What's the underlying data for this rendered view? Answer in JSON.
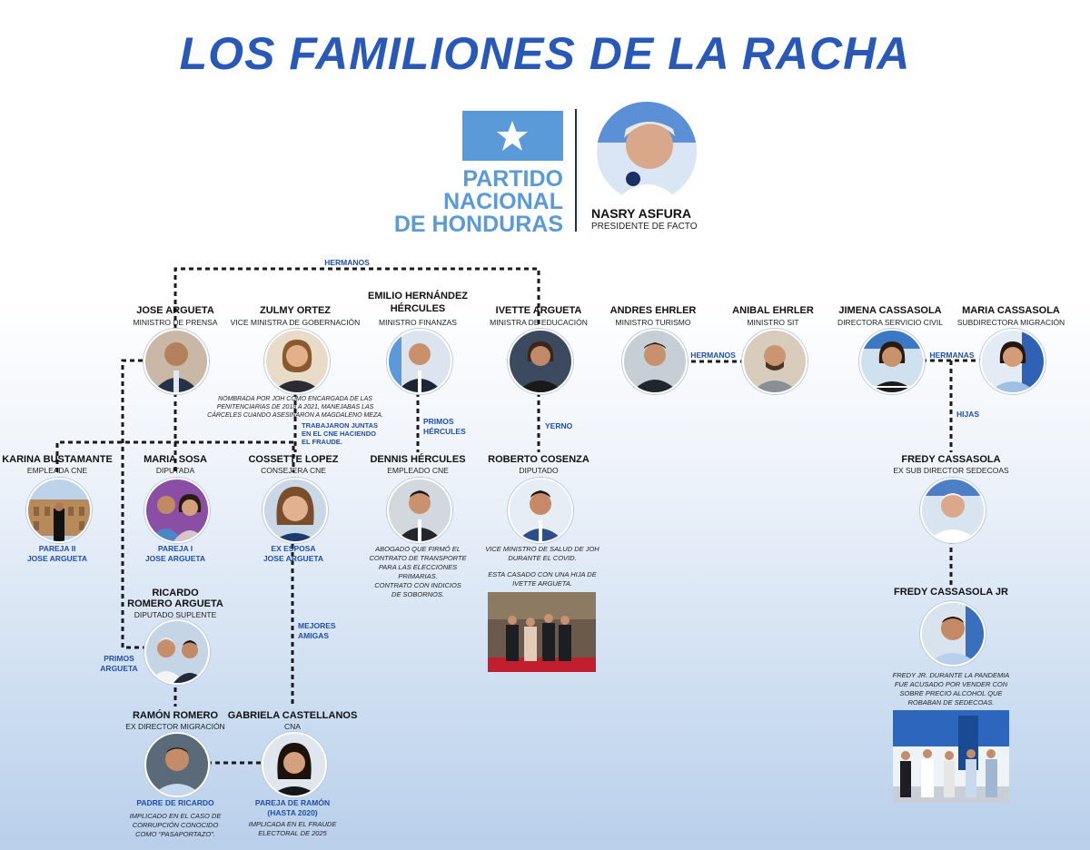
{
  "title": "LOS FAMILIONES DE LA RACHA",
  "party": {
    "line1": "PARTIDO",
    "line2": "NACIONAL",
    "line3": "DE HONDURAS"
  },
  "president": {
    "name": "NASRY ASFURA",
    "role": "PRESIDENTE DE FACTO"
  },
  "relations": {
    "hermanos_top": "HERMANOS",
    "hermanos_ehrler": "HERMANOS",
    "hermanas": "HERMANAS",
    "hijas": "HIJAS",
    "primos_hercules_1": "PRIMOS",
    "primos_hercules_2": "HÉRCULES",
    "yerno": "YERNO",
    "trabajaron_1": "TRABAJARON JUNTAS",
    "trabajaron_2": "EN EL CNE HACIENDO",
    "trabajaron_3": "EL FRAUDE.",
    "mejores_1": "MEJORES",
    "mejores_2": "AMIGAS",
    "primos_argueta_1": "PRIMOS",
    "primos_argueta_2": "ARGUETA"
  },
  "people": {
    "jose_argueta": {
      "name": "JOSE ARGUETA",
      "role": "MINISTRO DE PRENSA"
    },
    "zulmy_ortez": {
      "name": "ZULMY ORTEZ",
      "role": "VICE MINISTRA DE GOBERNACIÓN",
      "note1": "NOMBRADA POR JOH COMO ENCARGADA DE LAS",
      "note2": "PENITENCIARIAS DE 2018 A 2021, MANEJABAS LAS",
      "note3": "CÁRCELES CUANDO ASESINARON A MAGDALENO MEZA."
    },
    "emilio": {
      "name1": "EMILIO HERNÁNDEZ",
      "name2": "HÉRCULES",
      "role": "MINISTRO FINANZAS"
    },
    "ivette": {
      "name": "IVETTE ARGUETA",
      "role": "MINISTRA DE EDUCACIÓN"
    },
    "andres": {
      "name": "ANDRES EHRLER",
      "role": "MINISTRO TURISMO"
    },
    "anibal": {
      "name": "ANIBAL EHRLER",
      "role": "MINISTRO SIT"
    },
    "jimena": {
      "name": "JIMENA CASSASOLA",
      "role": "DIRECTORA SERVICIO CIVIL"
    },
    "maria_c": {
      "name": "MARIA CASSASOLA",
      "role": "SUBDIRECTORA MIGRACIÓN"
    },
    "karina": {
      "name": "KARINA BUSTAMANTE",
      "role": "EMPLEADA CNE",
      "tag1": "PAREJA II",
      "tag2": "JOSE ARGUETA"
    },
    "maria_sosa": {
      "name": "MARIA SOSA",
      "role": "DIPUTADA",
      "tag1": "PAREJA I",
      "tag2": "JOSE ARGUETA"
    },
    "cossette": {
      "name": "COSSETTE LOPEZ",
      "role": "CONSEJERA CNE",
      "tag1": "EX ESPOSA",
      "tag2": "JOSE ARGUETA"
    },
    "dennis": {
      "name": "DENNIS HÉRCULES",
      "role": "EMPLEADO CNE",
      "note1": "ABOGADO QUE FIRMÓ EL",
      "note2": "CONTRATO DE TRANSPORTE",
      "note3": "PARA LAS ELECCIONES",
      "note4": "PRIMARIAS.",
      "note5": "CONTRATO CON INDICIOS",
      "note6": "DE SOBORNOS."
    },
    "roberto": {
      "name": "ROBERTO COSENZA",
      "role": "DIPUTADO",
      "note1": "VICE MINISTRO DE SALUD DE JOH",
      "note2": "DURANTE EL COVID.",
      "note3": "ESTA CASADO CON UNA HIJA DE",
      "note4": "IVETTE ARGUETA."
    },
    "fredy": {
      "name": "FREDY CASSASOLA",
      "role": "EX SUB DIRECTOR SEDECOAS"
    },
    "fredy_jr": {
      "name": "FREDY CASSASOLA JR",
      "note1": "FREDY JR. DURANTE LA PANDEMIA",
      "note2": "FUE ACUSADO POR VENDER CON",
      "note3": "SOBRE PRECIO ALCOHOL QUE",
      "note4": "ROBABAN DE SEDECOAS."
    },
    "ricardo": {
      "name1": "RICARDO",
      "name2": "ROMERO ARGUETA",
      "role": "DIPUTADO SUPLENTE"
    },
    "ramon": {
      "name": "RAMÓN ROMERO",
      "role": "EX DIRECTOR MIGRACIÓN",
      "tag1": "PADRE DE RICARDO",
      "note1": "IMPLICADO EN EL CASO DE",
      "note2": "CORRUPCIÓN CONOCIDO",
      "note3": "COMO \"PASAPORTAZO\"."
    },
    "gabriela": {
      "name": "GABRIELA CASTELLANOS",
      "role": "CNA",
      "tag1": "PAREJA DE RAMÓN",
      "tag2": "(HASTA 2020)",
      "note1": "IMPLICADA EN EL FRAUDE",
      "note2": "ELECTORAL DE 2025"
    }
  },
  "colors": {
    "title": "#2858b8",
    "flag": "#5b9ad8",
    "relation": "#1f4fa8"
  }
}
